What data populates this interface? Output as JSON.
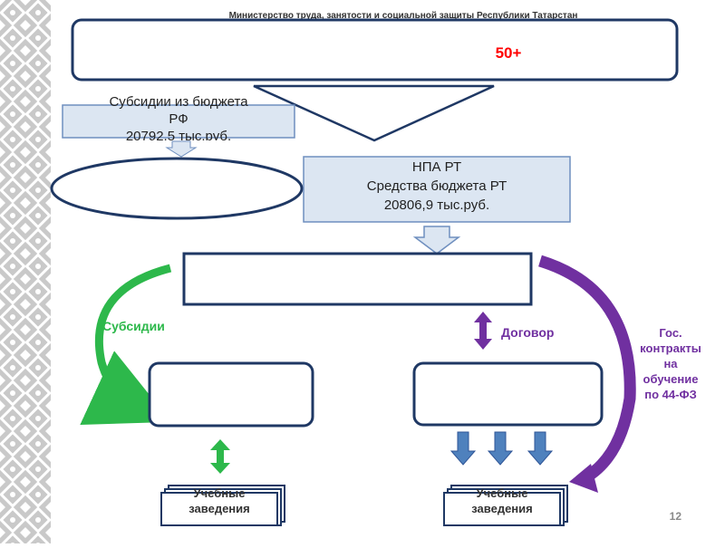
{
  "header": {
    "title": "Министерство труда, занятости и социальной защиты Республики Татарстан"
  },
  "top_box": {
    "highlight": "50+"
  },
  "rf_box": {
    "lines": [
      "Субсидии из бюджета",
      "РФ",
      "20792,5 тыс.руб."
    ]
  },
  "rt_box": {
    "lines": [
      "НПА РТ",
      "Средства бюджета РТ",
      "20806,9 тыс.руб."
    ]
  },
  "edges": {
    "subsidies": "Субсидии",
    "contract": "Договор",
    "gov_contracts": [
      "Гос.",
      "контракты",
      "на",
      "обучение",
      "по 44-ФЗ"
    ]
  },
  "bottom": {
    "left_stack": [
      "Учебные",
      "заведения"
    ],
    "right_stack": [
      "Учебные",
      "заведения"
    ]
  },
  "colors": {
    "box_fill": "#dce6f2",
    "box_stroke": "#1f3864",
    "green": "#2db84b",
    "purple": "#7030a0",
    "blue": "#4f81bd",
    "red": "#ff0000"
  },
  "page": {
    "number": "12"
  }
}
